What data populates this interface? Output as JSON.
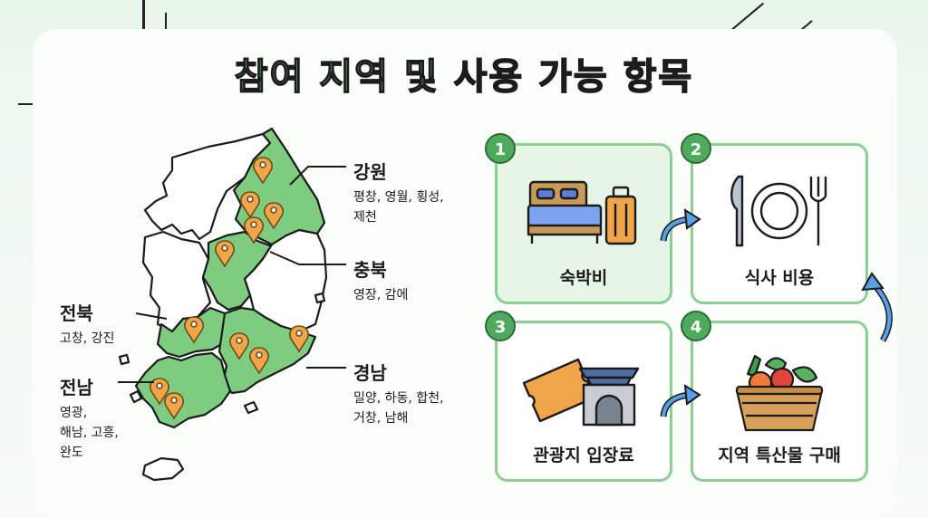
{
  "title": {
    "part1": "참여 지역 및",
    "part2": "사용 가능 항목"
  },
  "regions": [
    {
      "name": "강원",
      "towns": "평창, 영월, 횡성,\n제천"
    },
    {
      "name": "충북",
      "towns": "영장, 감에"
    },
    {
      "name": "전북",
      "towns": "고창, 강진"
    },
    {
      "name": "전남",
      "towns": "영광,\n해남, 고흥,\n완도"
    },
    {
      "name": "경남",
      "towns": "밀양, 하동, 합천,\n거창, 남해"
    }
  ],
  "items": [
    {
      "number": "1",
      "label": "숙박비",
      "icon": "bed-luggage-icon"
    },
    {
      "number": "2",
      "label": "식사 비용",
      "icon": "plate-cutlery-icon"
    },
    {
      "number": "3",
      "label": "관광지 입장료",
      "icon": "ticket-palace-icon"
    },
    {
      "number": "4",
      "label": "지역 특산물 구매",
      "icon": "vegetable-basket-icon"
    }
  ],
  "colors": {
    "accent": "#6fcf78",
    "map_highlight": "#7dcc7f",
    "pin": "#f0a54a",
    "badge": "#4faa5d"
  }
}
